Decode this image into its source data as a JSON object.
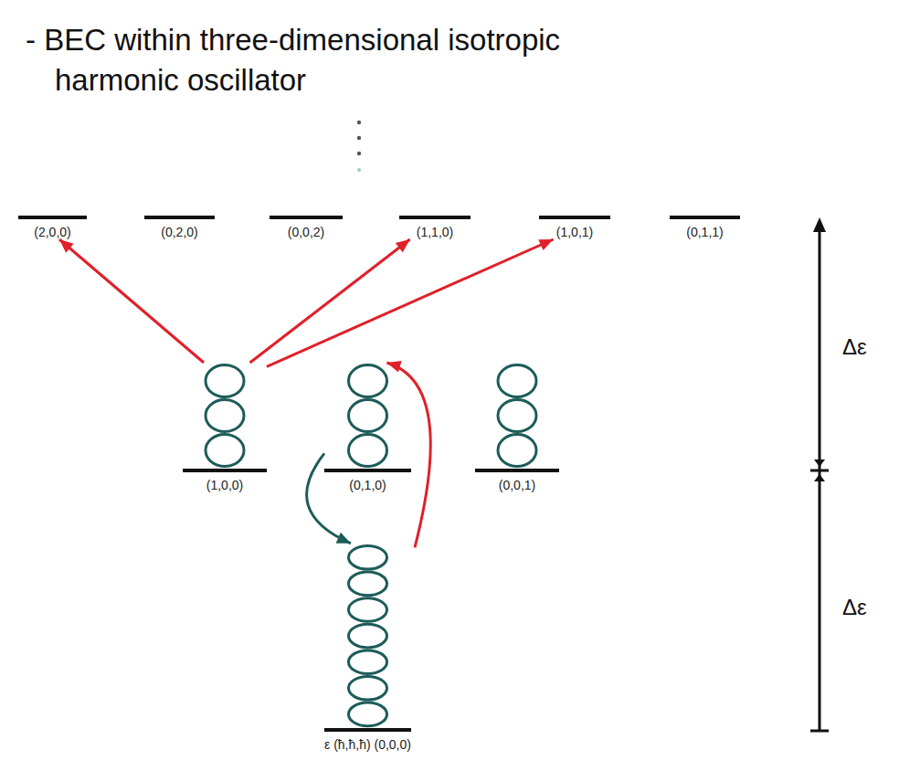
{
  "diagram": {
    "title": "- BEC within three-dimensional isotropic harmonic oscillator",
    "nodes": [
      {
        "text": [
          "(2,0,0)"
        ]
      },
      {
        "text": [
          "(0,2,0)"
        ]
      },
      {
        "text": [
          "(0,0,2)"
        ]
      },
      {
        "text": [
          "(1,1,0)"
        ]
      },
      {
        "text": [
          "(1,0,1)"
        ]
      },
      {
        "text": [
          "(0,1,1)"
        ]
      },
      {
        "text": [
          "(1,0,0)"
        ]
      },
      {
        "text": [
          "(0,1,0)"
        ]
      },
      {
        "text": [
          "(0,0,1)"
        ]
      },
      {
        "text": [
          "ε (ħ,ħ,ħ) (0,0,0)"
        ]
      }
    ],
    "edges": [
      {
        "from": 6,
        "to": 0,
        "arrow": "to"
      },
      {
        "from": 6,
        "to": 3,
        "arrow": "to"
      },
      {
        "from": 6,
        "to": 4,
        "arrow": "to"
      },
      {
        "from": 9,
        "to": 7,
        "arrow": "to"
      },
      {
        "from": 7,
        "to": 9,
        "arrow": "to"
      }
    ],
    "labels": [
      "Δε",
      "Δε"
    ]
  }
}
